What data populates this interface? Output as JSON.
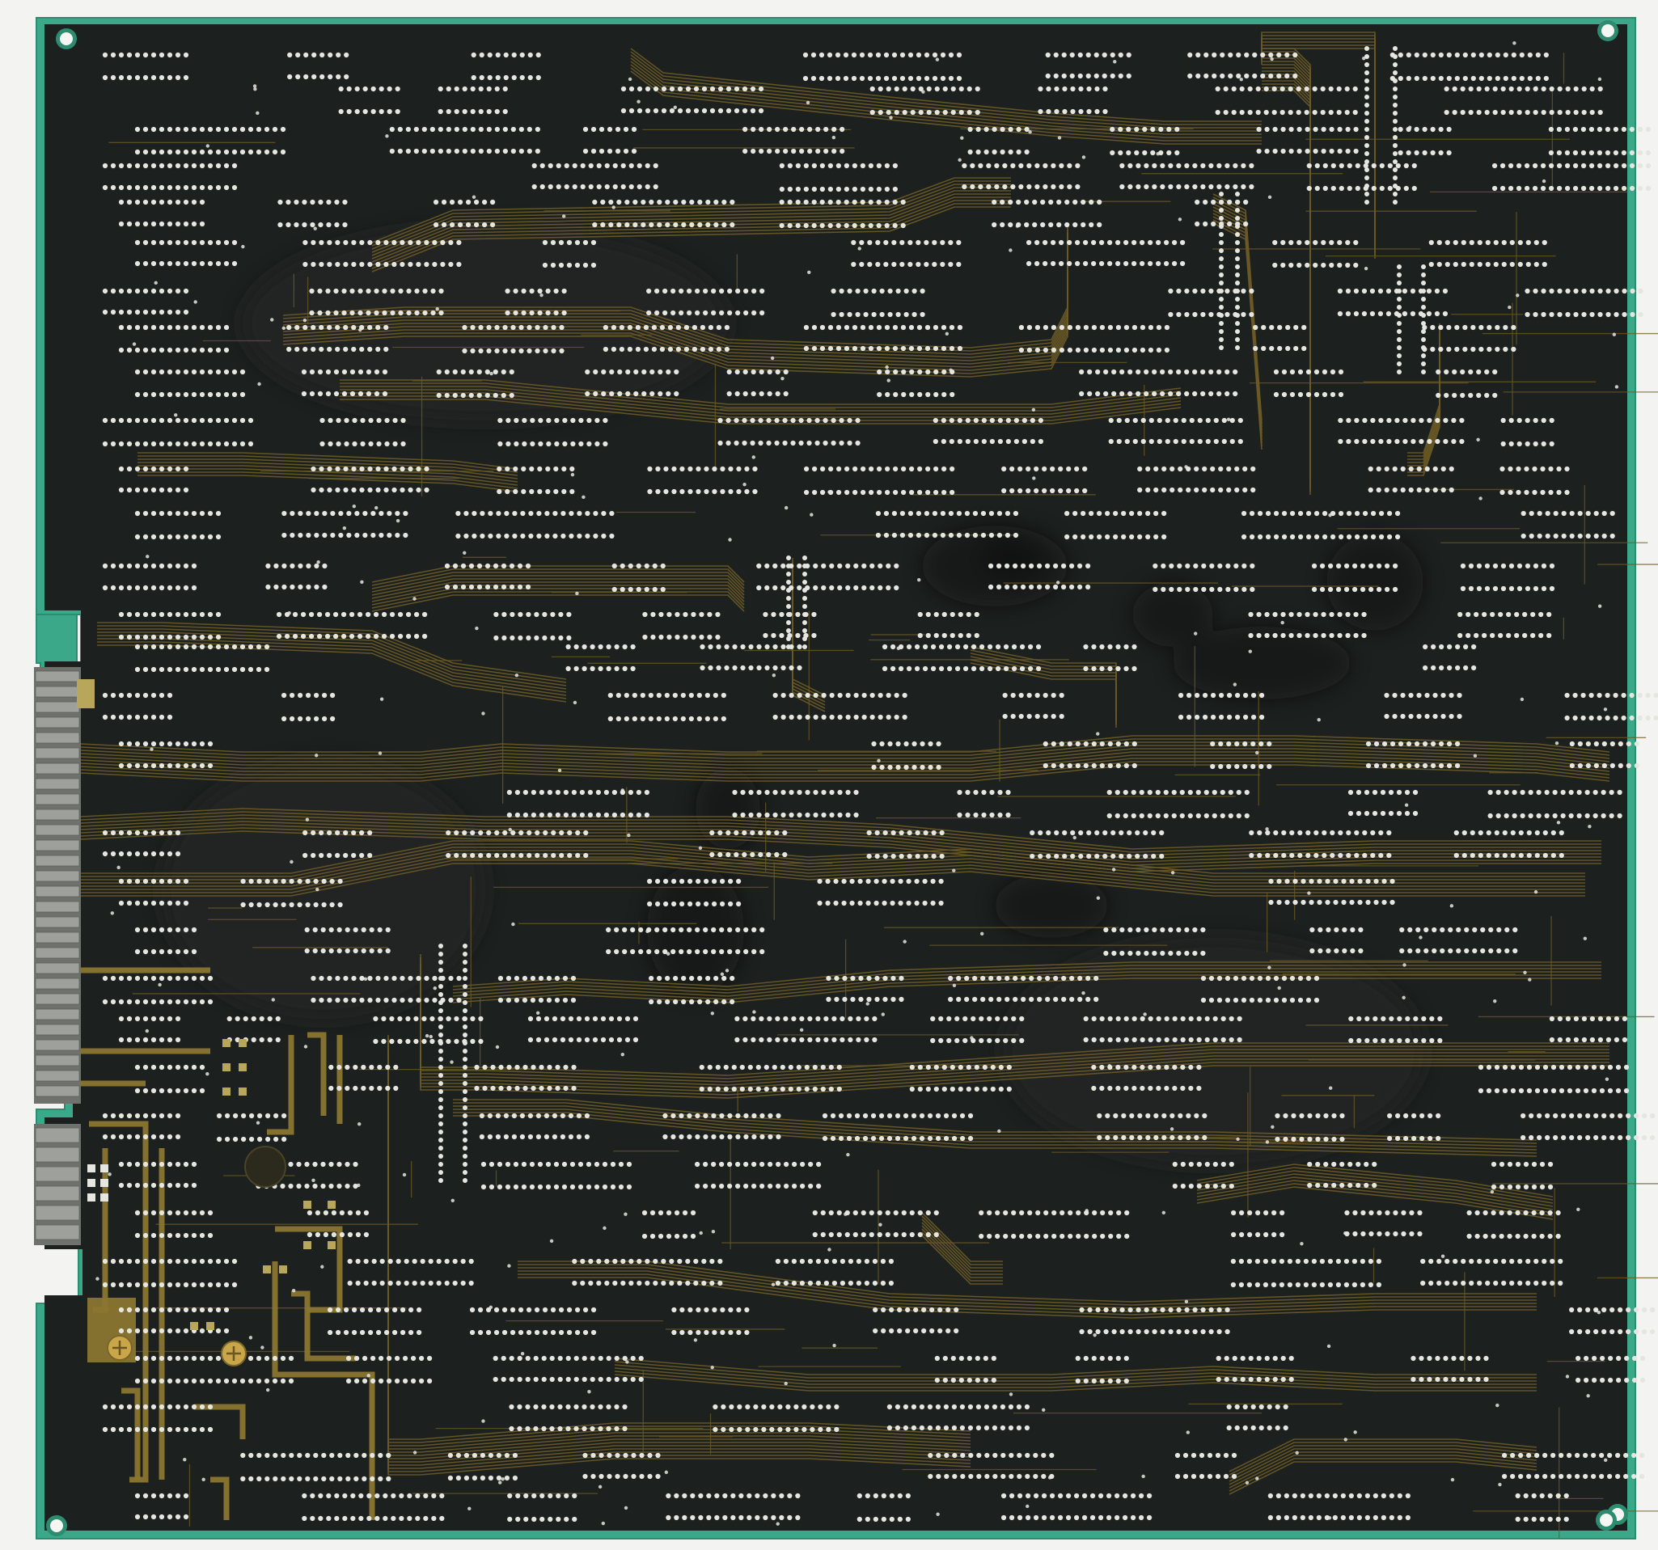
{
  "image": {
    "subject": "pcb-solder-side",
    "colors": {
      "background": "#f3f3f1",
      "board_edge": "#3aa889",
      "board_edge_dark": "#2d8c70",
      "solder_mask": "#1c201e",
      "solder_mask_shade": "#232826",
      "trace": "#6b5a26",
      "trace_light": "#8a7632",
      "copper_pad": "#b8a65a",
      "solder_dot": "#e6e6e0",
      "edge_connector": "#9ea09c",
      "edge_connector_dark": "#6f716d",
      "screw": "#c9a64a",
      "mounting_hole": "#f5f5f3"
    },
    "features": {
      "mounting_holes": 5,
      "screws": 2,
      "edge_connector_fingers": 28,
      "small_connector_fingers": 6
    }
  }
}
